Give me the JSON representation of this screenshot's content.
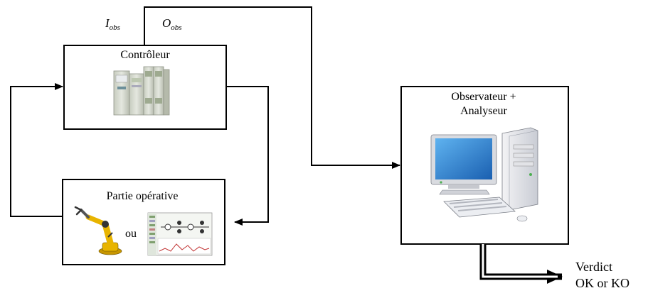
{
  "signals": {
    "input": {
      "base": "I",
      "sub": "obs"
    },
    "output": {
      "base": "O",
      "sub": "obs"
    }
  },
  "controller": {
    "label": "Contrôleur",
    "icon": "plc-icon"
  },
  "plant": {
    "label": "Partie opérative",
    "connector": "ou",
    "icons": [
      "robot-arm-icon",
      "simulation-software-icon"
    ]
  },
  "analyzer": {
    "label_line1": "Observateur +",
    "label_line2": "Analyseur",
    "icon": "desktop-computer-icon"
  },
  "verdict": {
    "line1": "Verdict",
    "line2": "OK or KO"
  },
  "colors": {
    "stroke": "#000000",
    "plc_body": "#d9ddd2",
    "screen_blue": "#2b7fd0",
    "robot_yellow": "#e8b400"
  }
}
